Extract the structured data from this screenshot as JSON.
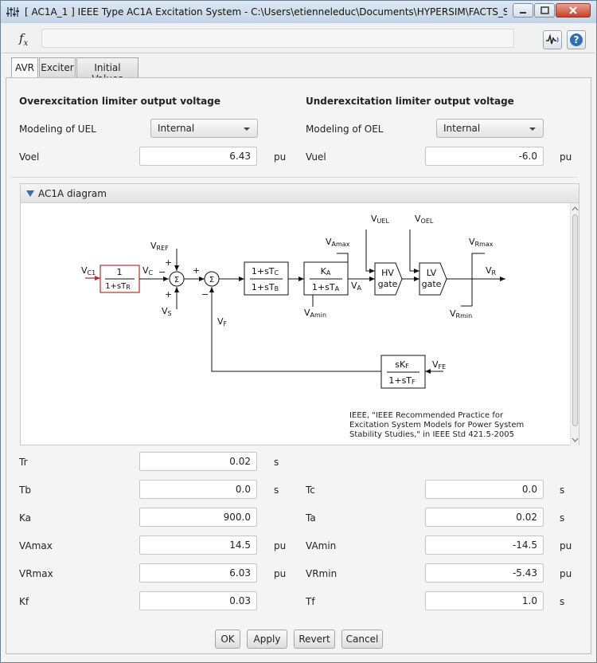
{
  "window": {
    "title": "[ AC1A_1 ]  IEEE Type AC1A Excitation System - C:\\Users\\etienneleduc\\Documents\\HYPERSIM\\FACTS_SVC\\FACTS..."
  },
  "toolbar": {
    "fx_symbol": "f",
    "fx_sub": "x",
    "formula_value": ""
  },
  "tabs": [
    {
      "label": "AVR",
      "active": true
    },
    {
      "label": "Exciter",
      "active": false
    },
    {
      "label": "Initial Values",
      "active": false
    }
  ],
  "limiters": {
    "over_title": "Overexcitation limiter output voltage",
    "under_title": "Underexcitation limiter output voltage",
    "uel_model_label": "Modeling of UEL",
    "uel_model_value": "Internal",
    "oel_model_label": "Modeling of OEL",
    "oel_model_value": "Internal",
    "voel_label": "Voel",
    "voel_value": "6.43",
    "voel_unit": "pu",
    "vuel_label": "Vuel",
    "vuel_value": "-6.0",
    "vuel_unit": "pu"
  },
  "diagram": {
    "title": "AC1A diagram",
    "reference": "IEEE, \"IEEE Recommended Practice for\nExcitation System Models for Power System\nStability Studies,\" in IEEE Std 421.5-2005",
    "colors": {
      "line": "#111111",
      "highlight": "#c0282a"
    },
    "labels": {
      "vc1": "V",
      "vc1_sub": "C1",
      "vc": "V",
      "vc_sub": "C",
      "vref": "V",
      "vref_sub": "REF",
      "vs": "V",
      "vs_sub": "S",
      "vf": "V",
      "vf_sub": "F",
      "va": "V",
      "va_sub": "A",
      "vamax": "V",
      "vamax_sub": "Amax",
      "vamin": "V",
      "vamin_sub": "Amin",
      "vuel": "V",
      "vuel_sub": "UEL",
      "voel": "V",
      "voel_sub": "OEL",
      "vrmax": "V",
      "vrmax_sub": "Rmax",
      "vrmin": "V",
      "vrmin_sub": "Rmin",
      "vr": "V",
      "vr_sub": "R",
      "vfe": "V",
      "vfe_sub": "FE",
      "plus": "+",
      "minus": "−",
      "sigma": "Σ",
      "tr_num": "1",
      "tr_den": "1+sT",
      "tr_den_sub": "R",
      "tc_num": "1+sT",
      "tc_num_sub": "C",
      "tc_den": "1+sT",
      "tc_den_sub": "B",
      "ka_num": "K",
      "ka_num_sub": "A",
      "ka_den": "1+sT",
      "ka_den_sub": "A",
      "kf_num": "sK",
      "kf_num_sub": "F",
      "kf_den": "1+sT",
      "kf_den_sub": "F",
      "hv1": "HV",
      "hv2": "gate",
      "lv1": "LV",
      "lv2": "gate"
    }
  },
  "params": {
    "tr": {
      "label": "Tr",
      "value": "0.02",
      "unit": "s"
    },
    "tb": {
      "label": "Tb",
      "value": "0.0",
      "unit": "s"
    },
    "tc": {
      "label": "Tc",
      "value": "0.0",
      "unit": "s"
    },
    "ka": {
      "label": "Ka",
      "value": "900.0",
      "unit": ""
    },
    "ta": {
      "label": "Ta",
      "value": "0.02",
      "unit": "s"
    },
    "vamax": {
      "label": "VAmax",
      "value": "14.5",
      "unit": "pu"
    },
    "vamin": {
      "label": "VAmin",
      "value": "-14.5",
      "unit": "pu"
    },
    "vrmax": {
      "label": "VRmax",
      "value": "6.03",
      "unit": "pu"
    },
    "vrmin": {
      "label": "VRmin",
      "value": "-5.43",
      "unit": "pu"
    },
    "kf": {
      "label": "Kf",
      "value": "0.03",
      "unit": ""
    },
    "tf": {
      "label": "Tf",
      "value": "1.0",
      "unit": "s"
    }
  },
  "buttons": {
    "ok": "OK",
    "apply": "Apply",
    "revert": "Revert",
    "cancel": "Cancel"
  }
}
